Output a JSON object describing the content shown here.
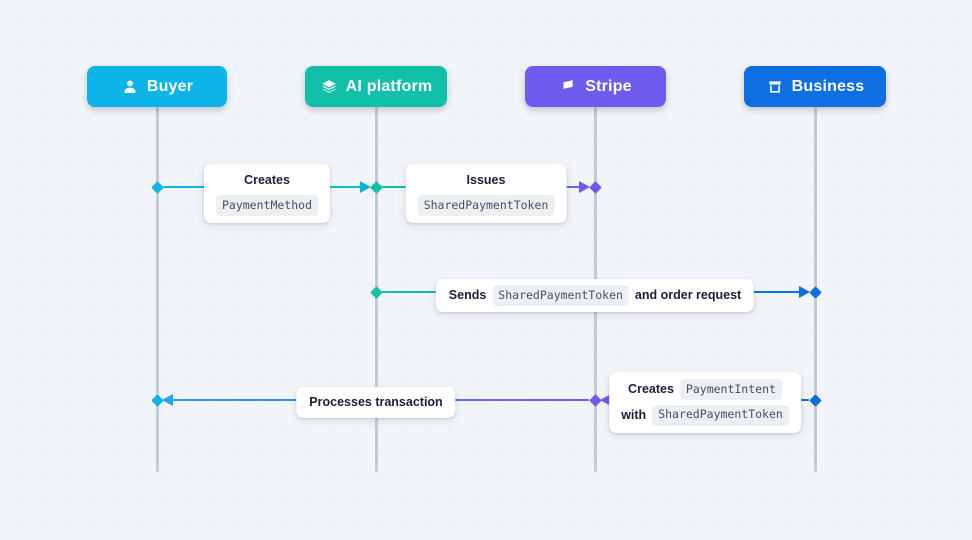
{
  "actors": [
    {
      "id": "buyer",
      "label": "Buyer",
      "color": "#0cb4e9",
      "icon": "user-icon"
    },
    {
      "id": "ai-platform",
      "label": "AI platform",
      "color": "#12bfa8",
      "icon": "layers-icon"
    },
    {
      "id": "stripe",
      "label": "Stripe",
      "color": "#6e5bf0",
      "icon": "flag-icon"
    },
    {
      "id": "business",
      "label": "Business",
      "color": "#0d6fe0",
      "icon": "storefront-icon"
    }
  ],
  "messages": {
    "m1": {
      "from": "Buyer",
      "to": "AI platform",
      "word": "Creates",
      "code": "PaymentMethod"
    },
    "m2": {
      "from": "AI platform",
      "to": "Stripe",
      "word": "Issues",
      "code": "SharedPaymentToken"
    },
    "m3": {
      "from": "AI platform",
      "to": "Business",
      "word": "Sends",
      "code": "SharedPaymentToken",
      "suffix": "and order request"
    },
    "m4": {
      "from": "Business",
      "to": "Stripe",
      "word1": "Creates",
      "code1": "PaymentIntent",
      "word2": "with",
      "code2": "SharedPaymentToken"
    },
    "m5": {
      "from": "Stripe",
      "to": "Buyer",
      "label": "Processes transaction"
    }
  },
  "colors": {
    "background": "#f1f4f8",
    "lifeline": "#c5cbd3",
    "card_background": "#ffffff",
    "chip_background": "#edf0f3",
    "label_text": "#1a1f36",
    "chip_text": "#474e5e"
  }
}
